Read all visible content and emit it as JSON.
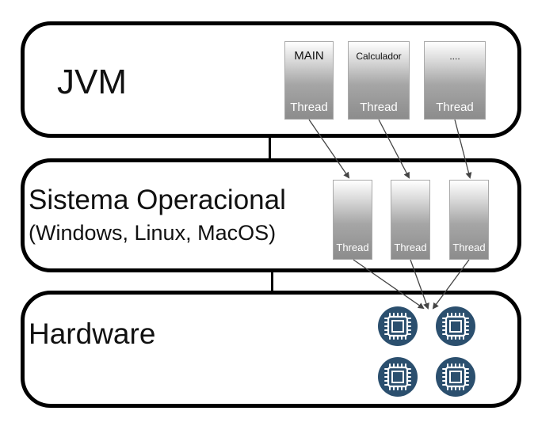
{
  "jvm": {
    "title": "JVM",
    "threads": [
      {
        "name": "MAIN",
        "label": "Thread"
      },
      {
        "name": "Calculador",
        "label": "Thread"
      },
      {
        "name": "....",
        "label": "Thread"
      }
    ]
  },
  "os": {
    "title": "Sistema Operacional",
    "subtitle": "(Windows, Linux, MacOS)",
    "threads": [
      {
        "label": "Thread"
      },
      {
        "label": "Thread"
      },
      {
        "label": "Thread"
      }
    ]
  },
  "hardware": {
    "title": "Hardware",
    "cpu_icon": "cpu-chip-icon",
    "cpu_count": 4
  },
  "colors": {
    "border": "#000000",
    "cpu_circle": "#2b4f6e",
    "arrow": "#444444"
  }
}
